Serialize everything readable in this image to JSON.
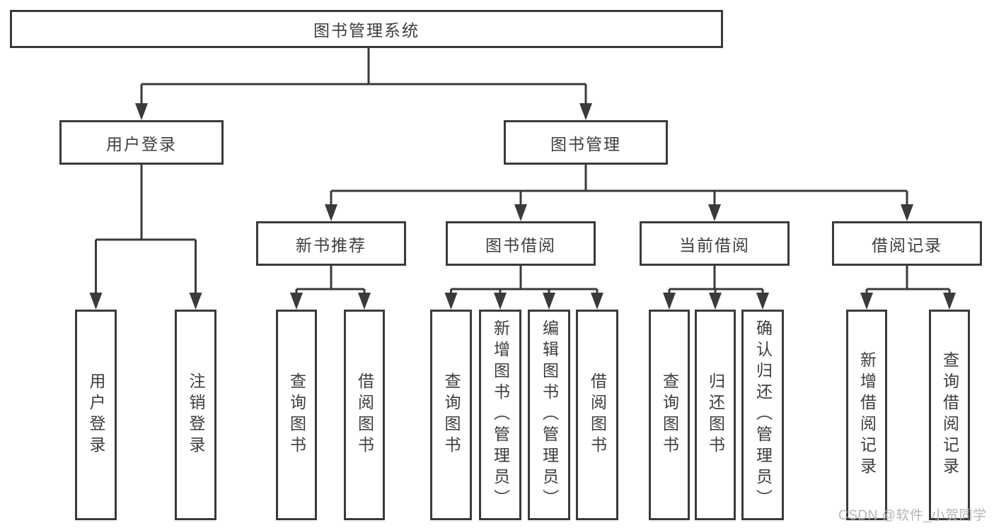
{
  "tree": {
    "label": "图书管理系统",
    "children": [
      {
        "label": "用户登录",
        "children": [
          {
            "label": "用户登录"
          },
          {
            "label": "注销登录"
          }
        ]
      },
      {
        "label": "图书管理",
        "children": [
          {
            "label": "新书推荐",
            "children": [
              {
                "label": "查询图书"
              },
              {
                "label": "借阅图书"
              }
            ]
          },
          {
            "label": "图书借阅",
            "children": [
              {
                "label": "查询图书"
              },
              {
                "label": "新增图书（管理员）"
              },
              {
                "label": "编辑图书（管理员）"
              },
              {
                "label": "借阅图书"
              }
            ]
          },
          {
            "label": "当前借阅",
            "children": [
              {
                "label": "查询图书"
              },
              {
                "label": "归还图书"
              },
              {
                "label": "确认归还（管理员）"
              }
            ]
          },
          {
            "label": "借阅记录",
            "children": [
              {
                "label": "新增借阅记录"
              },
              {
                "label": "查询借阅记录"
              }
            ]
          }
        ]
      }
    ]
  },
  "watermark": {
    "text": "CSDN @软件_小贺同学"
  },
  "colors": {
    "line": "#3a3a3a",
    "box_border": "#3a3a3a",
    "text": "#3d3d3d",
    "watermark": "#b5b5b5",
    "background": "#ffffff"
  }
}
